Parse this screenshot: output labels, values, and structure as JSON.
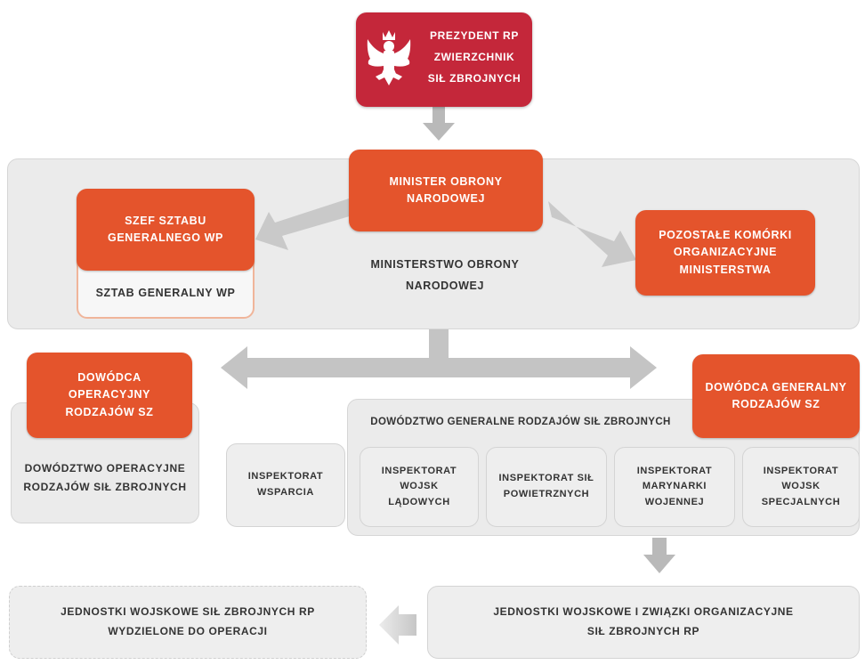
{
  "colors": {
    "president_red": "#c4273a",
    "orange": "#e4542c",
    "panel_gray": "#ebebeb",
    "arrow_gray": "#c4c4c4",
    "text_dark": "#333333"
  },
  "president": {
    "title": "PREZYDENT RP\nZWIERZCHNIK\nSIŁ ZBROJNYCH",
    "emblem": "white-eagle-emblem"
  },
  "minister": {
    "title": "MINISTER OBRONY\nNARODOWEJ"
  },
  "ministry": {
    "label": "MINISTERSTWO OBRONY\nNARODOWEJ"
  },
  "chief_of_staff": {
    "title": "SZEF SZTABU\nGENERALNEGO WP",
    "staff": "SZTAB GENERALNY WP"
  },
  "other_units": {
    "title": "POZOSTAŁE KOMÓRKI\nORGANIZACYJNE\nMINISTERSTWA"
  },
  "operational_commander": {
    "title": "DOWÓDCA\nOPERACYJNY\nRODZAJÓW SZ",
    "command": "DOWÓDZTWO OPERACYJNE\nRODZAJÓW SIŁ ZBROJNYCH"
  },
  "general_commander": {
    "title": "DOWÓDCA GENERALNY\nRODZAJÓW SZ",
    "command": "DOWÓDZTWO GENERALNE RODZAJÓW SIŁ ZBROJNYCH"
  },
  "support_inspectorate": "INSPEKTORAT\nWSPARCIA",
  "inspectorates": [
    "INSPEKTORAT\nWOJSK\nLĄDOWYCH",
    "INSPEKTORAT SIŁ\nPOWIETRZNYCH",
    "INSPEKTORAT\nMARYNARKI\nWOJENNEJ",
    "INSPEKTORAT\nWOJSK\nSPECJALNYCH"
  ],
  "bottom": {
    "units_operations": "JEDNOSTKI WOJSKOWE SIŁ ZBROJNYCH RP\nWYDZIELONE DO OPERACJI",
    "units_all": "JEDNOSTKI WOJSKOWE I ZWIĄZKI ORGANIZACYJNE\nSIŁ ZBROJNYCH RP"
  }
}
